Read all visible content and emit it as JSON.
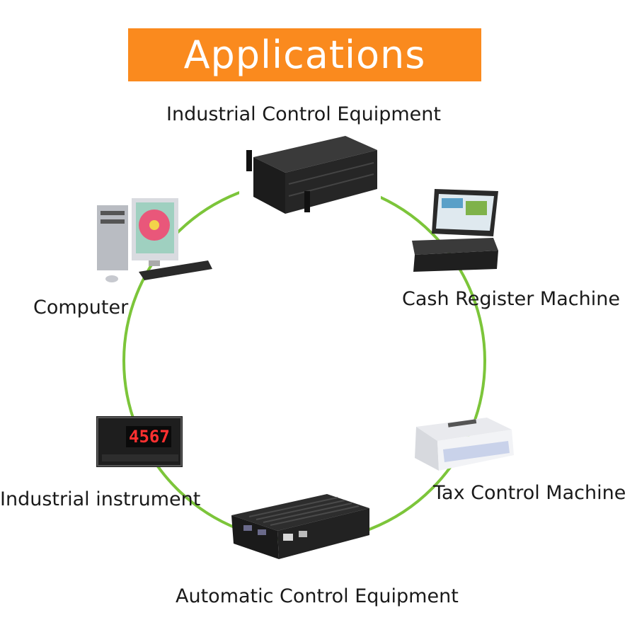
{
  "title": "Applications",
  "colors": {
    "banner": "#fa8a1e",
    "ring": "#7cc53a"
  },
  "items": [
    {
      "label": "Industrial Control Equipment",
      "icon": "rack-server-icon"
    },
    {
      "label": "Cash Register Machine",
      "icon": "rugged-laptop-icon"
    },
    {
      "label": "Tax Control Machine",
      "icon": "dot-matrix-printer-icon"
    },
    {
      "label": "Automatic Control Equipment",
      "icon": "fanless-box-pc-icon"
    },
    {
      "label": "Industrial instrument",
      "icon": "panel-meter-icon"
    },
    {
      "label": "Computer",
      "icon": "desktop-computer-icon"
    }
  ],
  "meter_reading": "4567"
}
